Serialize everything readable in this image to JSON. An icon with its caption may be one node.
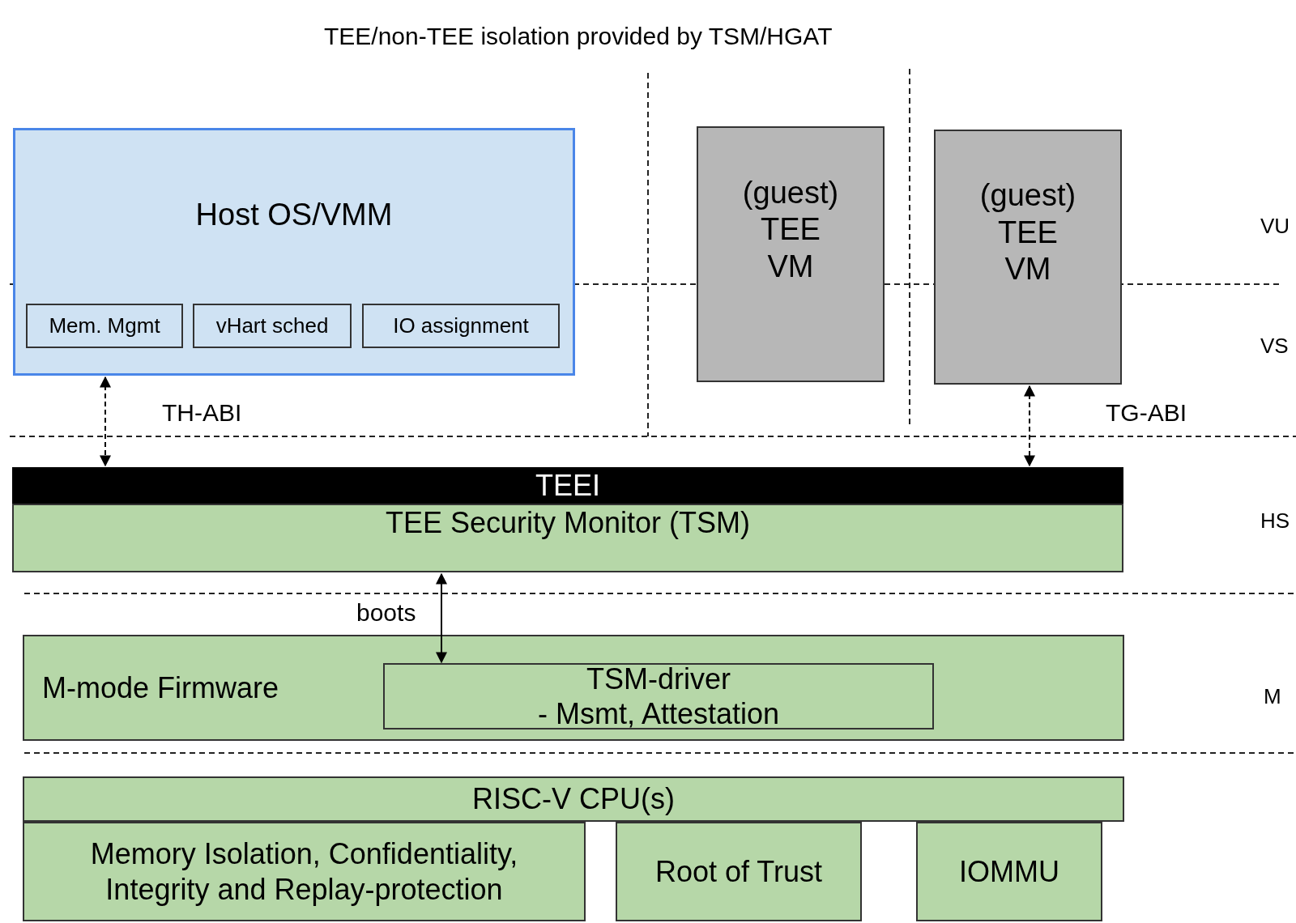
{
  "diagram": {
    "title": "TEE/non-TEE isolation provided by TSM/HGAT",
    "nodes": [
      {
        "text": [
          "Host OS/VMM"
        ]
      },
      {
        "text": [
          "Mem. Mgmt"
        ],
        "in": 0
      },
      {
        "text": [
          "vHart sched"
        ],
        "in": 0
      },
      {
        "text": [
          "IO assignment"
        ],
        "in": 0
      },
      {
        "text": [
          "(guest) TEE VM"
        ]
      },
      {
        "text": [
          "(guest) TEE VM"
        ]
      },
      {
        "text": [
          "TEEI"
        ]
      },
      {
        "text": [
          "TEE Security Monitor (TSM)"
        ]
      },
      {
        "text": [
          "M-mode Firmware"
        ]
      },
      {
        "text": [
          "TSM-driver",
          "- Msmt, Attestation"
        ],
        "in": 8
      },
      {
        "text": [
          "RISC-V CPU(s)"
        ]
      },
      {
        "text": [
          "Memory Isolation, Confidentiality, Integrity and Replay-protection"
        ]
      },
      {
        "text": [
          "Root of Trust"
        ]
      },
      {
        "text": [
          "IOMMU"
        ]
      }
    ],
    "edges": [
      {
        "from": 0,
        "to": 6,
        "arrow": "both",
        "style": "dashed",
        "label": "TH-ABI"
      },
      {
        "from": 5,
        "to": 6,
        "arrow": "both",
        "style": "dashed",
        "label": "TG-ABI"
      },
      {
        "from": 7,
        "to": 9,
        "arrow": "both",
        "label": "boots"
      }
    ],
    "labels": [
      "VU",
      "VS",
      "HS",
      "M"
    ]
  }
}
